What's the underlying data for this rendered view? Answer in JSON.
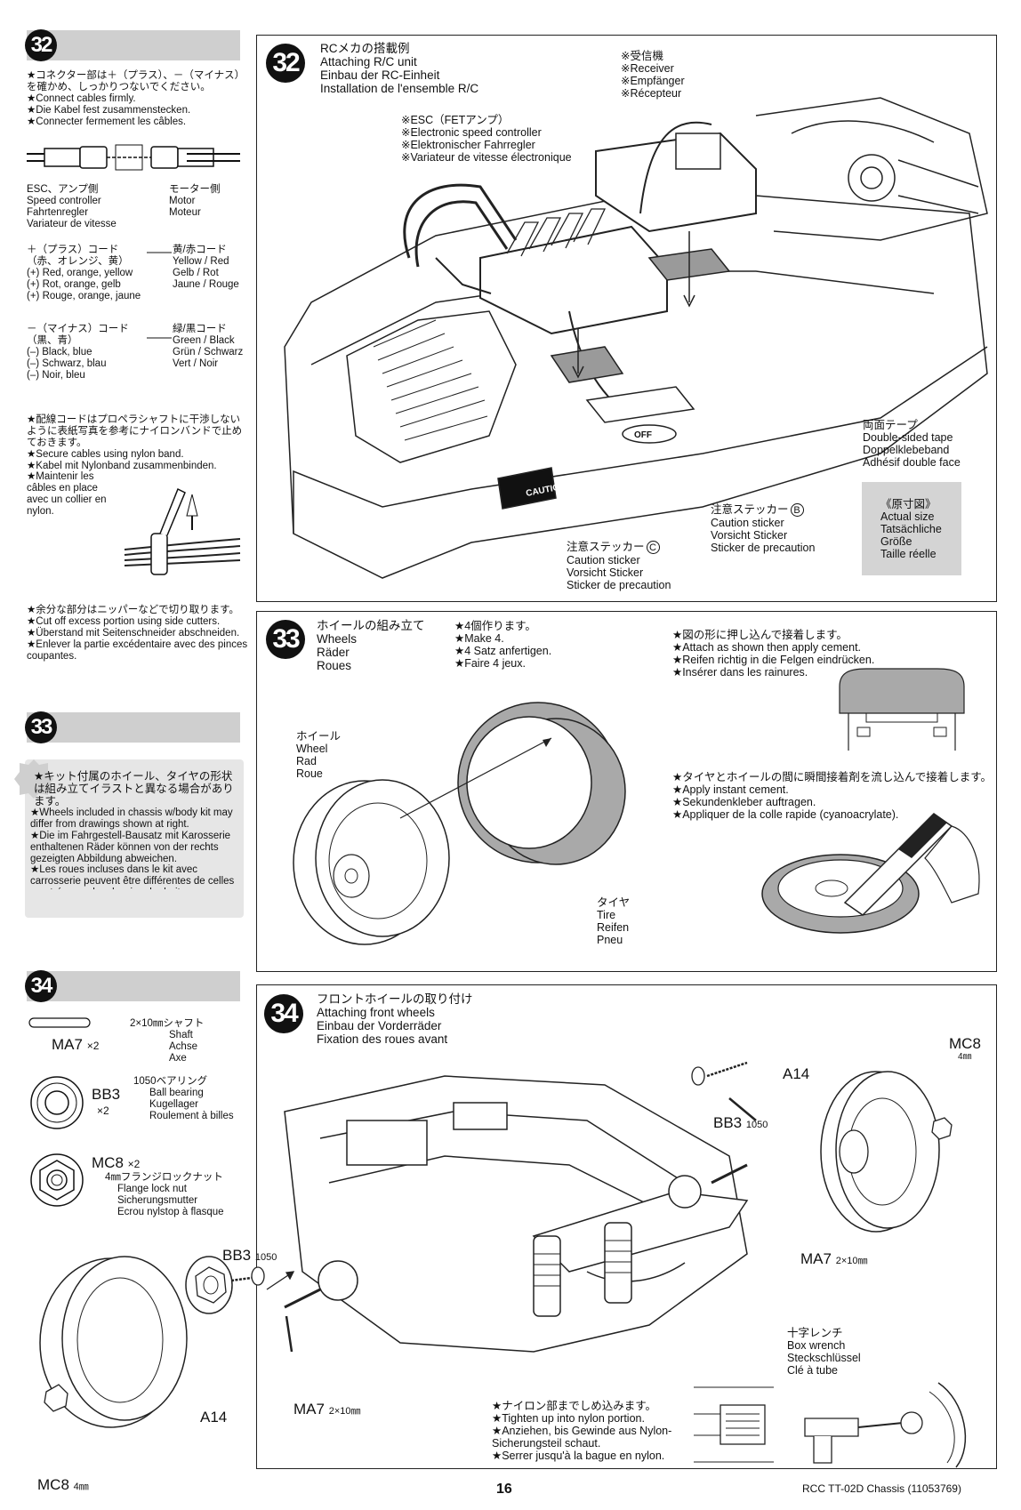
{
  "page_number": "16",
  "footer": "RCC TT-02D Chassis (11053769)",
  "left": {
    "s32": {
      "num": "32",
      "connect": [
        "★コネクター部は＋（プラス）、－（マイナス）を確かめ、しっかりつないでください。",
        "★Connect cables firmly.",
        "★Die Kabel fest zusammenstecken.",
        "★Connecter fermement les câbles."
      ],
      "esc_side": [
        "ESC、アンプ側",
        "Speed controller",
        "Fahrtenregler",
        "Variateur de vitesse"
      ],
      "motor_side": [
        "モーター側",
        "Motor",
        "Moteur"
      ],
      "plus_cord": [
        "＋（プラス）コード",
        "（赤、オレンジ、黄）",
        "(+) Red, orange, yellow",
        "(+) Rot, orange, gelb",
        "(+) Rouge, orange, jaune"
      ],
      "plus_motor": [
        "黄/赤コード",
        "Yellow / Red",
        "Gelb / Rot",
        "Jaune / Rouge"
      ],
      "minus_cord": [
        "－（マイナス）コード",
        "（黒、青）",
        "(–) Black, blue",
        "(–) Schwarz, blau",
        "(–) Noir, bleu"
      ],
      "minus_motor": [
        "緑/黒コード",
        "Green / Black",
        "Grün / Schwarz",
        "Vert / Noir"
      ],
      "secure": [
        "★配線コードはプロペラシャフトに干渉しないように表紙写真を参考にナイロンバンドで止めておきます。",
        "★Secure cables using nylon band.",
        "★Kabel mit Nylonband zusammenbinden.",
        "★Maintenir les câbles en place avec un collier en nylon."
      ],
      "cut": [
        "★余分な部分はニッパーなどで切り取ります。",
        "★Cut off excess portion using side cutters.",
        "★Überstand mit Seitenschneider abschneiden.",
        "★Enlever la partie excédentaire avec des pinces coupantes."
      ]
    },
    "s33": {
      "num": "33",
      "note": [
        "★キット付属のホイール、タイヤの形状は組み立てイラストと異なる場合があります。",
        "★Wheels included in chassis w/body kit may differ from drawings shown at right.",
        "★Die im Fahrgestell-Bausatz mit Karosserie enthaltenen Räder können von der rechts gezeigten Abbildung abweichen.",
        "★Les roues incluses dans le kit avec carrosserie peuvent être différentes de celles montrées sur les dessins de droite."
      ]
    },
    "s34": {
      "num": "34",
      "parts": [
        {
          "code": "MA7",
          "qty": "×2",
          "size": "2×10㎜シャフト",
          "names": [
            "Shaft",
            "Achse",
            "Axe"
          ]
        },
        {
          "code": "BB3",
          "qty": "×2",
          "size": "1050ベアリング",
          "names": [
            "Ball bearing",
            "Kugellager",
            "Roulement à billes"
          ]
        },
        {
          "code": "MC8",
          "qty": "×2",
          "size": "4㎜フランジロックナット",
          "names": [
            "Flange lock nut",
            "Sicherungsmutter",
            "Ecrou nylstop à flasque"
          ]
        }
      ]
    }
  },
  "panel32": {
    "num": "32",
    "title": [
      "RCメカの搭載例",
      "Attaching R/C unit",
      "Einbau der RC-Einheit",
      "Installation de l'ensemble R/C"
    ],
    "receiver": [
      "※受信機",
      "※Receiver",
      "※Empfänger",
      "※Récepteur"
    ],
    "esc": [
      "※ESC（FETアンプ）",
      "※Electronic speed controller",
      "※Elektronischer Fahrregler",
      "※Variateur de vitesse électronique"
    ],
    "tape": [
      "両面テープ",
      "Double-sided tape",
      "Doppelklebeband",
      "Adhésif double face"
    ],
    "sticker_b": [
      "注意ステッカー",
      "Caution sticker",
      "Vorsicht Sticker",
      "Sticker de precaution"
    ],
    "sticker_b_letter": "B",
    "sticker_c": [
      "注意ステッカー",
      "Caution sticker",
      "Vorsicht Sticker",
      "Sticker de precaution"
    ],
    "sticker_c_letter": "C",
    "actual_size": [
      "《原寸図》",
      "Actual size",
      "Tatsächliche",
      "Größe",
      "Taille réelle"
    ],
    "caution_label": "CAUTION",
    "off_label": "OFF"
  },
  "panel33": {
    "num": "33",
    "title": [
      "ホイールの組み立て",
      "Wheels",
      "Räder",
      "Roues"
    ],
    "make4": [
      "★4個作ります。",
      "★Make 4.",
      "★4 Satz anfertigen.",
      "★Faire 4 jeux."
    ],
    "attach": [
      "★図の形に押し込んで接着します。",
      "★Attach as shown then apply cement.",
      "★Reifen richtig in die Felgen eindrücken.",
      "★Insérer dans les rainures."
    ],
    "wheel": [
      "ホイール",
      "Wheel",
      "Rad",
      "Roue"
    ],
    "tire": [
      "タイヤ",
      "Tire",
      "Reifen",
      "Pneu"
    ],
    "cement": [
      "★タイヤとホイールの間に瞬間接着剤を流し込んで接着します。",
      "★Apply instant cement.",
      "★Sekundenkleber auftragen.",
      "★Appliquer de la colle rapide (cyanoacrylate)."
    ]
  },
  "panel34": {
    "num": "34",
    "title": [
      "フロントホイールの取り付け",
      "Attaching front wheels",
      "Einbau der Vorderräder",
      "Fixation des roues avant"
    ],
    "mc8": "MC8",
    "mc8_size": "4㎜",
    "a14": "A14",
    "bb3": "BB3",
    "bb3_size": "1050",
    "ma7": "MA7",
    "ma7_size": "2×10㎜",
    "box_wrench": [
      "十字レンチ",
      "Box wrench",
      "Steckschlüssel",
      "Clé à tube"
    ],
    "nylon": [
      "★ナイロン部までしめ込みます。",
      "★Tighten up into nylon portion.",
      "★Anziehen, bis Gewinde aus Nylon-Sicherungsteil schaut.",
      "★Serrer jusqu'à la bague en nylon."
    ]
  }
}
